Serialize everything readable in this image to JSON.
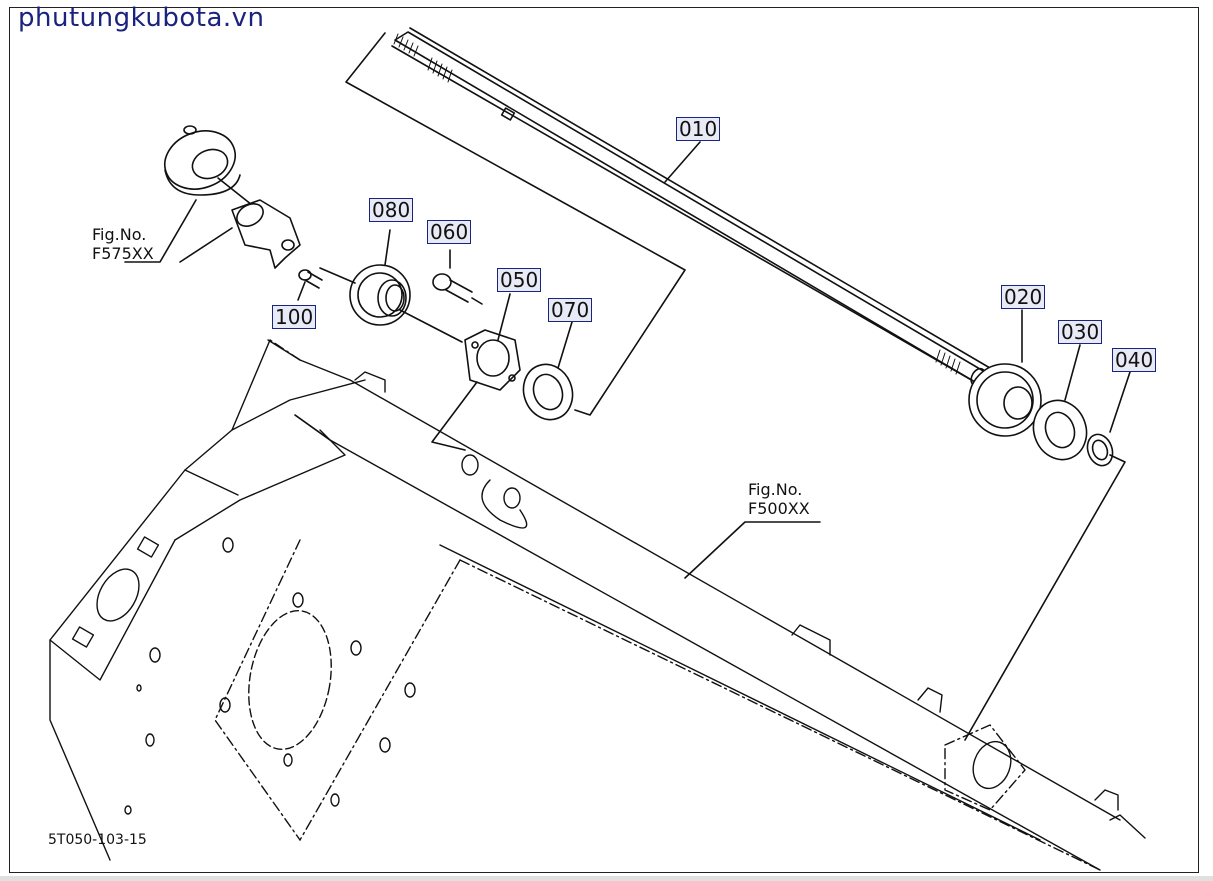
{
  "watermark": "phutungkubota.vn",
  "drawing_number": "5T050-103-15",
  "parts": [
    {
      "id": "010",
      "label": "010"
    },
    {
      "id": "020",
      "label": "020"
    },
    {
      "id": "030",
      "label": "030"
    },
    {
      "id": "040",
      "label": "040"
    },
    {
      "id": "050",
      "label": "050"
    },
    {
      "id": "060",
      "label": "060"
    },
    {
      "id": "070",
      "label": "070"
    },
    {
      "id": "080",
      "label": "080"
    },
    {
      "id": "100",
      "label": "100"
    }
  ],
  "fig_refs": [
    {
      "line1": "Fig.No.",
      "line2": "F575XX"
    },
    {
      "line1": "Fig.No.",
      "line2": "F500XX"
    }
  ],
  "colors": {
    "label_border": "#1a237e",
    "label_fill": "#e8eaf6",
    "line": "#111111"
  }
}
